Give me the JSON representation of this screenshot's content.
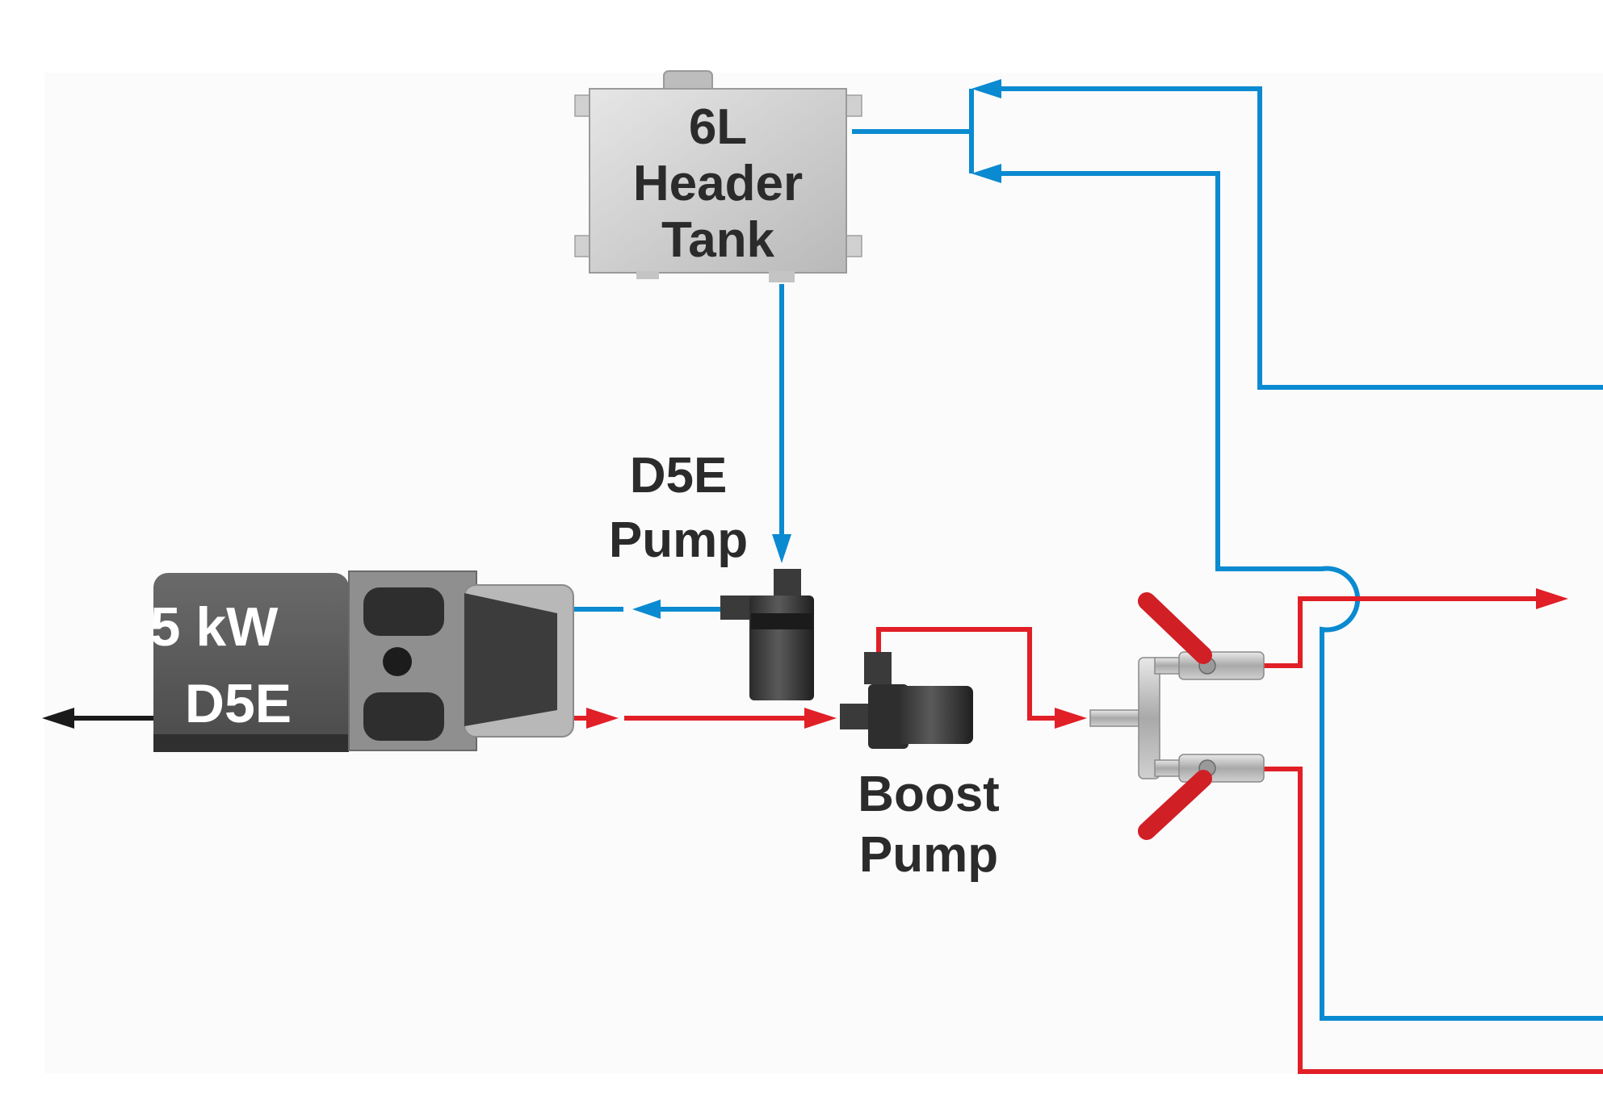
{
  "header_tank": {
    "lines": [
      "6L",
      "Header",
      "Tank"
    ]
  },
  "heater": {
    "lines": [
      "5 kW",
      "D5E"
    ]
  },
  "d5e_pump": {
    "lines": [
      "D5E",
      "Pump"
    ]
  },
  "boost_pump": {
    "lines": [
      "Boost",
      "Pump"
    ]
  },
  "colors": {
    "flow_hot": "#e11f26",
    "flow_cold": "#0a8ad0",
    "exhaust": "#1a1a1a",
    "label_text": "#2b2b2b",
    "background": "#fbfbfb"
  }
}
